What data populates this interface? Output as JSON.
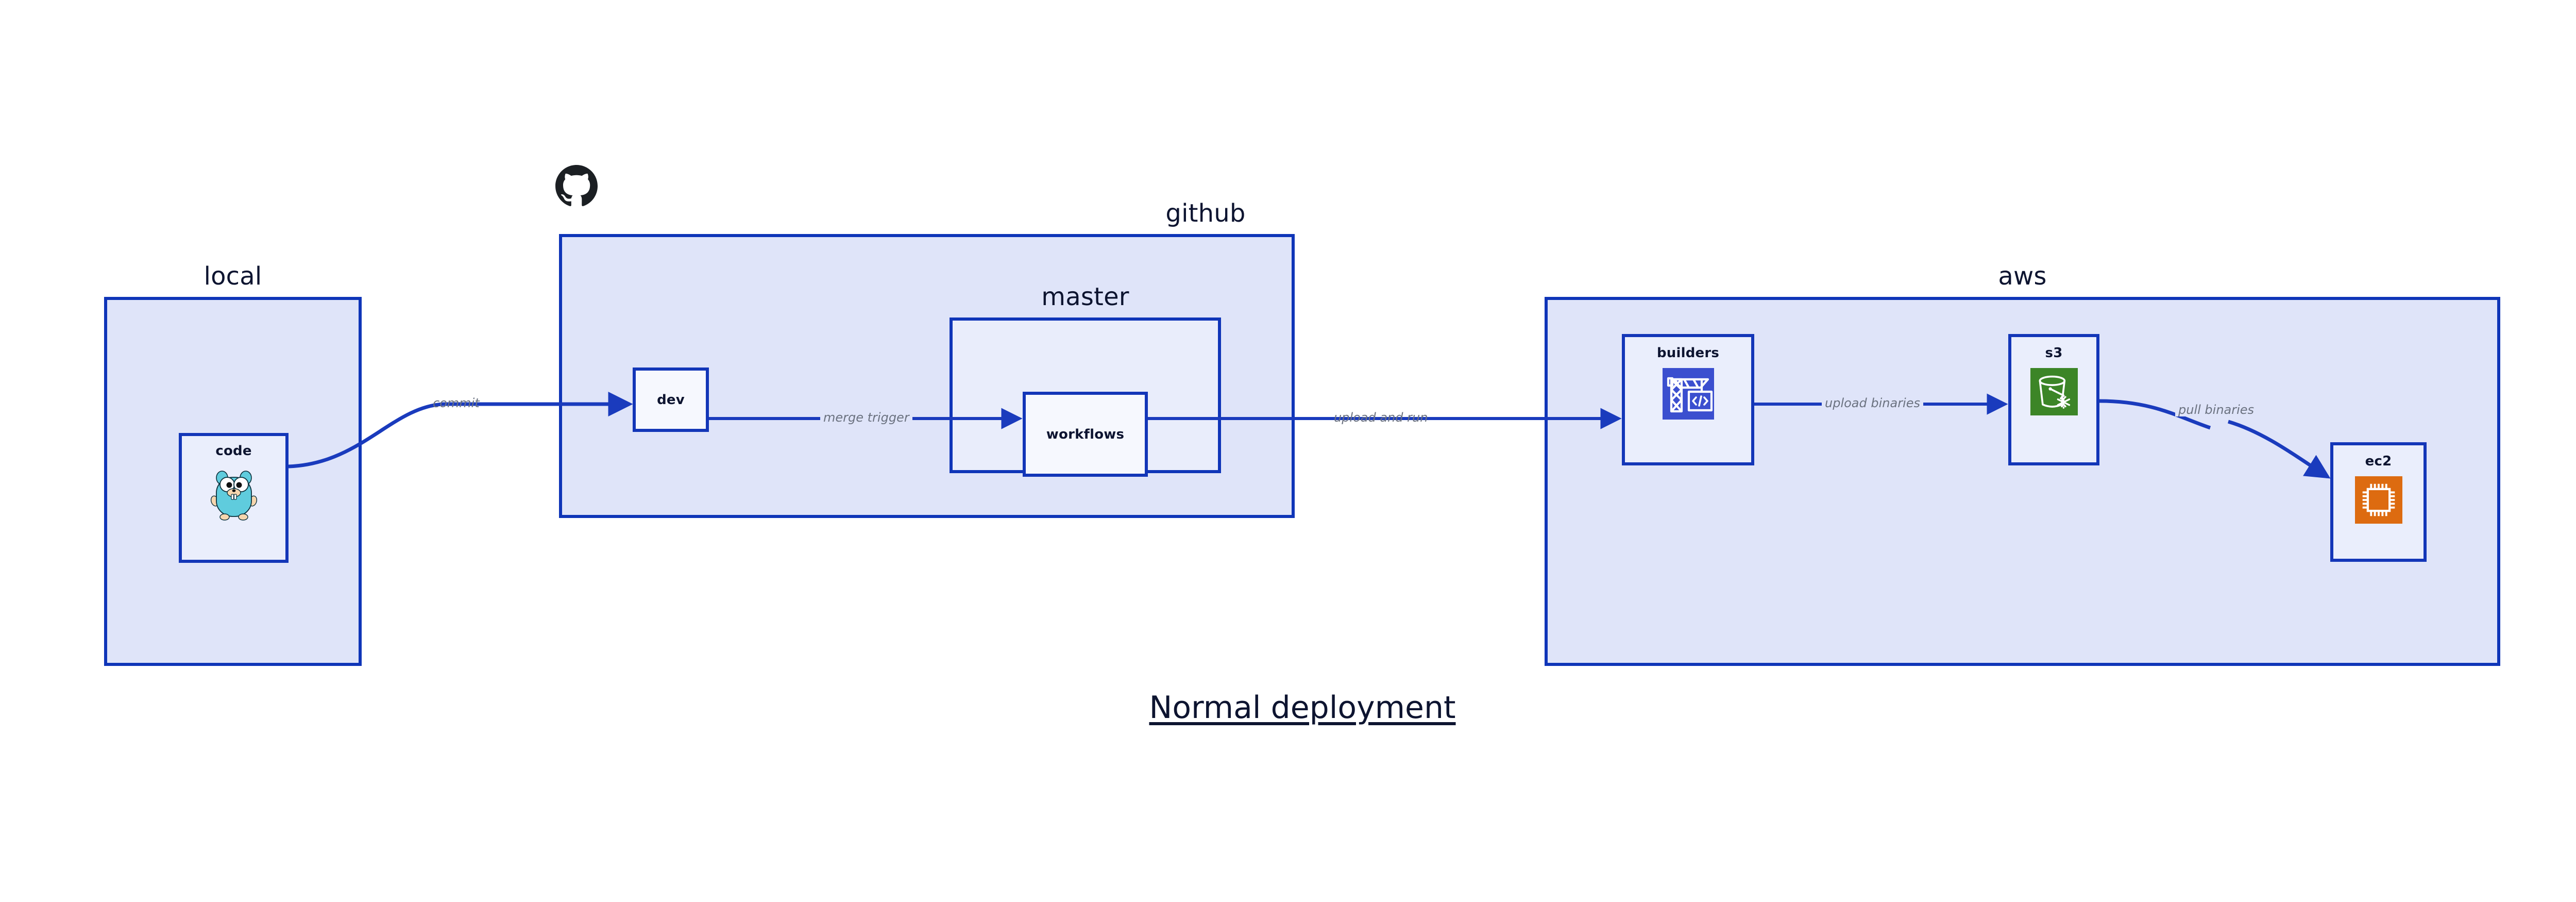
{
  "title": "Normal deployment",
  "colors": {
    "group_fill": "#dfe4f9",
    "inner_fill": "#e9edfb",
    "node_fill": "#eaeefc",
    "border_blue": "#0f35b8",
    "edge_blue": "#1a3bbd",
    "edge_label_gray": "#6b7280",
    "text_navy": "#0d1430",
    "builders_tile": "#3b4fcf",
    "s3_tile": "#3c8527",
    "ec2_tile": "#dd6b10",
    "gopher_body": "#5fccdd",
    "gopher_snout": "#f6d6ae",
    "github_black": "#1b1f23"
  },
  "groups": [
    {
      "id": "local",
      "label": "local",
      "label_align": "center"
    },
    {
      "id": "github",
      "label": "github",
      "label_align": "right"
    },
    {
      "id": "master",
      "label": "master",
      "label_align": "center"
    },
    {
      "id": "aws",
      "label": "aws",
      "label_align": "center"
    }
  ],
  "nodes": [
    {
      "id": "code",
      "label": "code",
      "icon": "go-gopher-icon",
      "group": "local"
    },
    {
      "id": "dev",
      "label": "dev",
      "icon": null,
      "group": "github"
    },
    {
      "id": "workflows",
      "label": "workflows",
      "icon": null,
      "group": "master"
    },
    {
      "id": "builders",
      "label": "builders",
      "icon": "aws-builder-icon",
      "group": "aws"
    },
    {
      "id": "s3",
      "label": "s3",
      "icon": "aws-s3-icon",
      "group": "aws"
    },
    {
      "id": "ec2",
      "label": "ec2",
      "icon": "aws-ec2-icon",
      "group": "aws"
    }
  ],
  "edges": [
    {
      "id": "commit",
      "label": "commit",
      "from": "code",
      "to": "dev",
      "style": "curved"
    },
    {
      "id": "merge-trigger",
      "label": "merge trigger",
      "from": "dev",
      "to": "workflows",
      "style": "straight"
    },
    {
      "id": "upload-and-run",
      "label": "upload and run",
      "from": "workflows",
      "to": "builders",
      "style": "straight"
    },
    {
      "id": "upload-binaries",
      "label": "upload binaries",
      "from": "builders",
      "to": "s3",
      "style": "straight"
    },
    {
      "id": "pull-binaries",
      "label": "pull binaries",
      "from": "s3",
      "to": "ec2",
      "style": "curved"
    }
  ],
  "logos": [
    {
      "id": "github-octocat",
      "name": "github-logo-icon"
    }
  ]
}
